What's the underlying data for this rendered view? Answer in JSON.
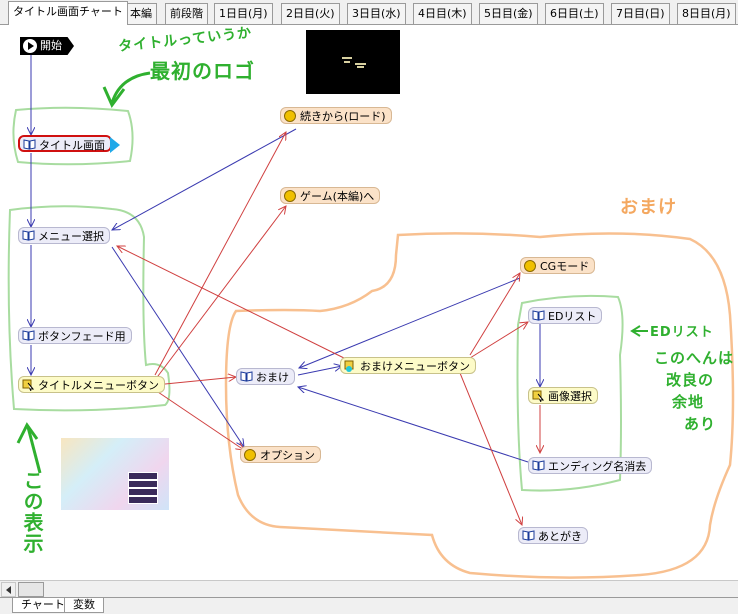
{
  "tabs": [
    {
      "label": "タイトル画面チャート",
      "active": true
    },
    {
      "label": "本編"
    },
    {
      "label": "前段階"
    },
    {
      "label": "1日目(月)"
    },
    {
      "label": "2日目(火)"
    },
    {
      "label": "3日目(水)"
    },
    {
      "label": "4日目(木)"
    },
    {
      "label": "5日目(金)"
    },
    {
      "label": "6日目(土)"
    },
    {
      "label": "7日目(日)"
    },
    {
      "label": "8日目(月)"
    }
  ],
  "start_label": "開始",
  "nodes": {
    "title_screen": "タイトル画面",
    "continue_load": "続きから(ロード)",
    "game_main": "ゲーム(本編)へ",
    "menu_select": "メニュー選択",
    "button_fade": "ボタンフェード用",
    "title_menu_button": "タイトルメニューボタン",
    "omake": "おまけ",
    "omake_menu_button": "おまけメニューボタン",
    "cg_mode": "CGモード",
    "ed_list": "EDリスト",
    "image_select": "画像選択",
    "ending_erase": "エンディング名消去",
    "afterword": "あとがき",
    "option": "オプション"
  },
  "annotations": {
    "logo_note_1": "タイトルっていうか",
    "logo_note_2": "最初のロゴ",
    "omake_note": "おまけ",
    "edlist_note": "EDリスト",
    "improve_note_1": "このへんは",
    "improve_note_2": "改良の",
    "improve_note_3": "余地",
    "improve_note_4": "あり",
    "display_note": "この表示"
  },
  "bottom_tabs": [
    "チャート",
    "変数"
  ],
  "colors": {
    "annotation_green": "#2fb02f",
    "annotation_orange": "#f4a860",
    "arrow_blue": "#3a3ab0",
    "arrow_red": "#d04040",
    "title_border_red": "#d01010"
  },
  "icons": {
    "book": "book-icon",
    "hand": "hand-pointer-icon",
    "button": "button-icon",
    "start": "play-icon"
  }
}
